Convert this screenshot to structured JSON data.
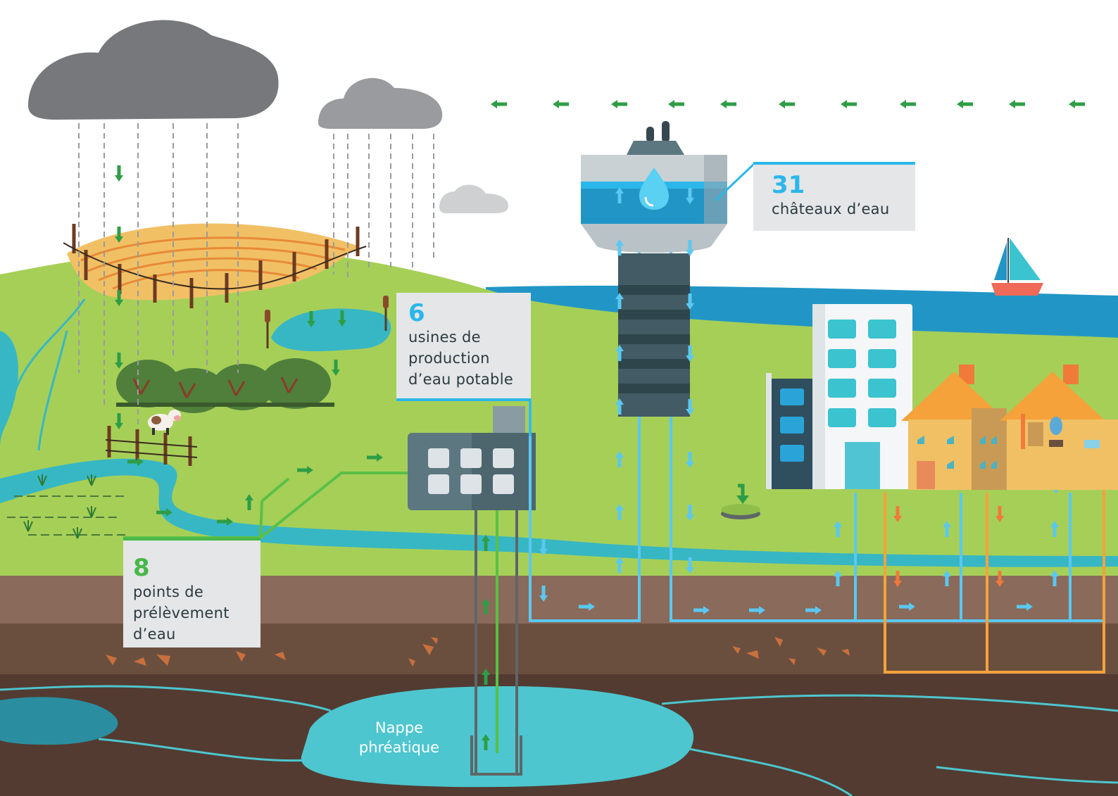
{
  "stats": {
    "chateaux": {
      "number": "31",
      "label": "châteaux d’eau"
    },
    "usines": {
      "number": "6",
      "label": "usines de\nproduction\nd’eau potable"
    },
    "points": {
      "number": "8",
      "label": "points de\nprélèvement\nd’eau"
    }
  },
  "nappe": {
    "label": "Nappe\nphréatique"
  },
  "colors": {
    "sky": "#ffffff",
    "grass": "#a6cf58",
    "river": "#37b7c4",
    "sea": "#2196c6",
    "soil_top": "#8a6a5a",
    "soil_mid": "#6b4f3e",
    "soil_deep": "#533b31",
    "aquifer": "#4dc6cf",
    "pipe_blue": "#5ac8f0",
    "pipe_green": "#5cbf47",
    "pipe_orange": "#f5a23b",
    "arrow_green": "#2e9d45",
    "arrow_orange": "#f07a3a",
    "cloud_dark": "#77787b",
    "cloud_mid": "#9a9b9e",
    "cloud_light": "#cfd0d2",
    "card_bg": "#e4e6e8",
    "accent_blue": "#2bb7ea",
    "accent_green": "#48b749"
  },
  "icons": [
    "rain-cloud-icon",
    "water-drop-icon",
    "cow-icon",
    "sailboat-icon",
    "flow-arrow-icon",
    "manhole-icon"
  ]
}
